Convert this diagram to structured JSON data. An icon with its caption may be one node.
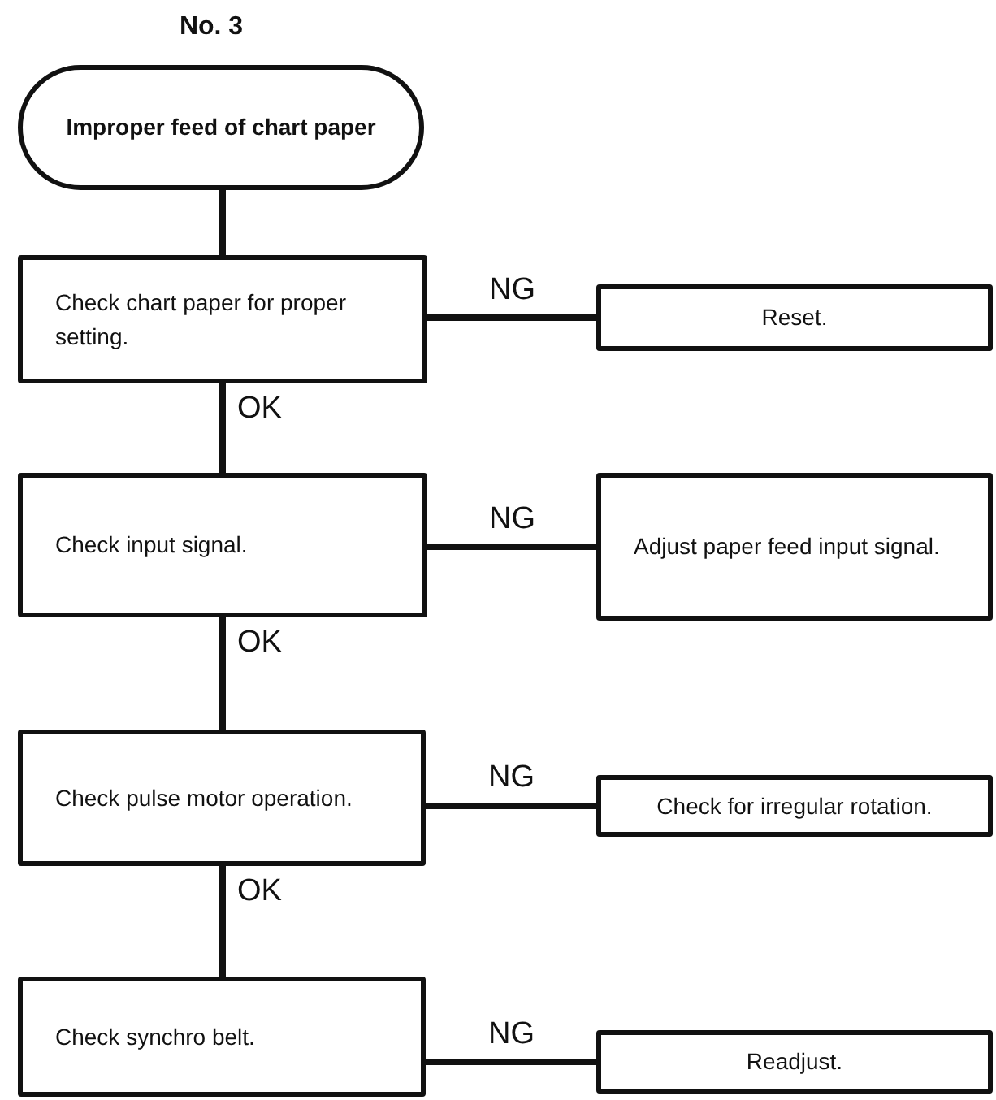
{
  "diagram": {
    "title": "No. 3",
    "nodes": [
      {
        "text": [
          "Improper feed of chart paper"
        ]
      },
      {
        "text": [
          "Check chart paper for proper setting."
        ]
      },
      {
        "text": [
          "Reset."
        ]
      },
      {
        "text": [
          "Check input signal."
        ]
      },
      {
        "text": [
          "Adjust paper feed input signal."
        ]
      },
      {
        "text": [
          "Check pulse motor operation."
        ]
      },
      {
        "text": [
          "Check for irregular rotation."
        ]
      },
      {
        "text": [
          "Check synchro belt."
        ]
      },
      {
        "text": [
          "Readjust."
        ]
      }
    ],
    "edges": [
      {
        "from": 0,
        "to": 1,
        "arrow": "none"
      },
      {
        "from": 1,
        "to": 2,
        "arrow": "none",
        "label": "NG"
      },
      {
        "from": 1,
        "to": 3,
        "arrow": "none",
        "label": "OK"
      },
      {
        "from": 3,
        "to": 4,
        "arrow": "none",
        "label": "NG"
      },
      {
        "from": 3,
        "to": 5,
        "arrow": "none",
        "label": "OK"
      },
      {
        "from": 5,
        "to": 6,
        "arrow": "none",
        "label": "NG"
      },
      {
        "from": 5,
        "to": 7,
        "arrow": "none",
        "label": "OK"
      },
      {
        "from": 7,
        "to": 8,
        "arrow": "none",
        "label": "NG"
      }
    ]
  }
}
